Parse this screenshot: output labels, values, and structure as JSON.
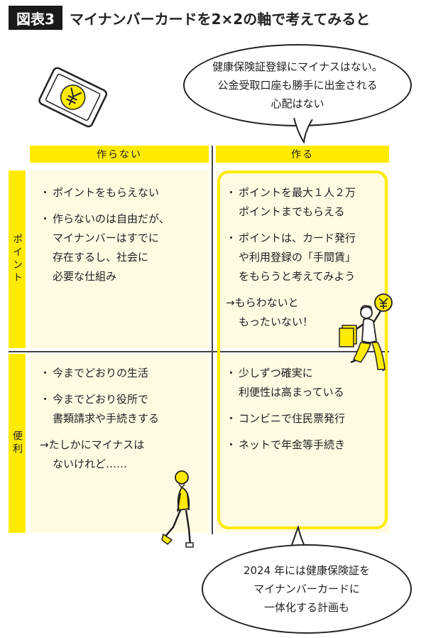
{
  "header": {
    "badge": "図表3",
    "title": "マイナンバーカードを2×2の軸で考えてみると"
  },
  "bubble_top": {
    "lines": [
      "健康保険証登録にマイナスはない。",
      "公金受取口座も勝手に出金される",
      "心配はない"
    ]
  },
  "bubble_bottom": {
    "lines": [
      "2024 年には健康保険証を",
      "マイナンバーカードに",
      "一体化する計画も"
    ]
  },
  "matrix": {
    "columns": [
      "作らない",
      "作る"
    ],
    "rows": [
      "ポイント",
      "便利"
    ],
    "cells": {
      "point_not_make": {
        "lines": [
          "・ポイントをもらえない",
          "・作らないのは自由だが、",
          "マイナンバーはすでに",
          "存在するし、社会に",
          "必要な仕組み"
        ]
      },
      "point_make": {
        "lines": [
          "・ポイントを最大１人２万",
          "ポイントまでもらえる",
          "・ポイントは、カード発行",
          "や利用登録の「手間賃」",
          "をもらうと考えてみよう",
          "→もらわないと",
          "もったいない！"
        ]
      },
      "convenient_not_make": {
        "lines": [
          "・今までどおりの生活",
          "・今までどおり役所で",
          "書類請求や手続きする",
          "→たしかにマイナスは",
          "ないけれど……"
        ]
      },
      "convenient_make": {
        "lines": [
          "・少しずつ確実に",
          "利便性は高まっている",
          "・コンビニで住民票発行",
          "・ネットで年金等手続き"
        ]
      }
    }
  },
  "colors": {
    "accent": "#ffeb00",
    "cell_bg": "#fffbe3",
    "ink": "#222222"
  },
  "icons": [
    "yen-banknote-icon",
    "happy-person-with-coin-icon",
    "sad-person-icon"
  ]
}
